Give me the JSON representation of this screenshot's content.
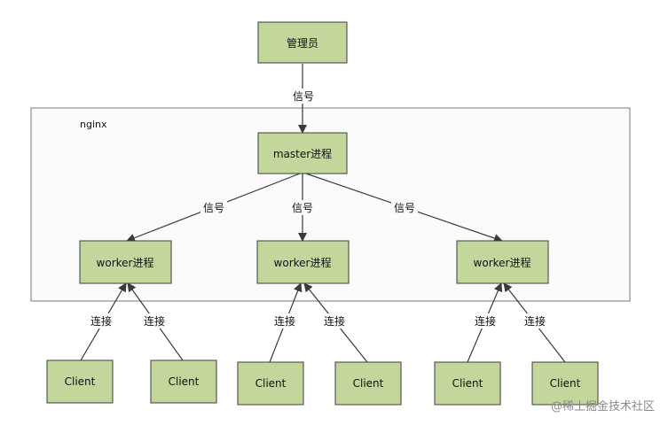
{
  "diagram": {
    "frame": {
      "label": "nginx"
    },
    "nodes": {
      "admin": {
        "label": "管理员"
      },
      "master": {
        "label": "master进程"
      },
      "worker1": {
        "label": "worker进程"
      },
      "worker2": {
        "label": "worker进程"
      },
      "worker3": {
        "label": "worker进程"
      },
      "client1": {
        "label": "Client"
      },
      "client2": {
        "label": "Client"
      },
      "client3": {
        "label": "Client"
      },
      "client4": {
        "label": "Client"
      },
      "client5": {
        "label": "Client"
      },
      "client6": {
        "label": "Client"
      }
    },
    "edges": {
      "admin_master": {
        "label": "信号"
      },
      "master_worker1": {
        "label": "信号"
      },
      "master_worker2": {
        "label": "信号"
      },
      "master_worker3": {
        "label": "信号"
      },
      "client1_worker1": {
        "label": "连接"
      },
      "client2_worker1": {
        "label": "连接"
      },
      "client3_worker2": {
        "label": "连接"
      },
      "client4_worker2": {
        "label": "连接"
      },
      "client5_worker3": {
        "label": "连接"
      },
      "client6_worker3": {
        "label": "连接"
      }
    }
  },
  "watermark": {
    "text": "@稀土掘金技术社区"
  },
  "colors": {
    "box_fill": "#c3d69b",
    "box_stroke": "#3d3d3d",
    "frame_fill": "#fbfbfb",
    "frame_stroke": "#7a7a7a",
    "arrow": "#3a3a3a"
  }
}
